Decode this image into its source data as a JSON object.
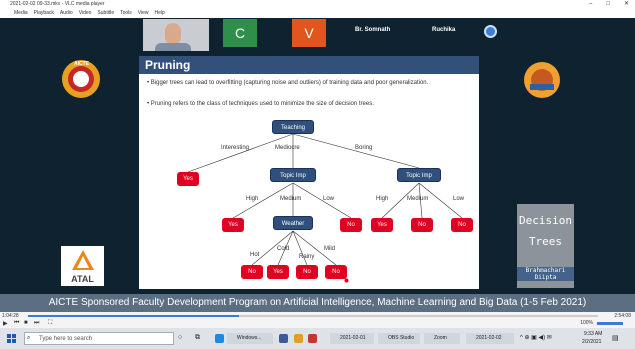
{
  "window": {
    "title": "2021-02-02 09-33.mkv - VLC media player"
  },
  "menu": [
    "Media",
    "Playback",
    "Audio",
    "Video",
    "Subtitle",
    "Tools",
    "View",
    "Help"
  ],
  "participants": {
    "c_label": "C",
    "v_label": "V",
    "name1": "Br. Somnath",
    "name2": "Ruchika"
  },
  "slide": {
    "title": "Pruning",
    "bullets": [
      "Bigger trees can lead to overfitting (capturing noise and outliers) of training data and poor generalization.",
      "Pruning refers to the class of techniques used to minimize the size of decision trees."
    ],
    "tree": {
      "root": "Teaching",
      "e_interesting": "Interesting",
      "e_mediocre": "Mediocre",
      "e_boring": "Boring",
      "yes1": "Yes",
      "topic1": "Topic Imp",
      "topic2": "Topic Imp",
      "e_high1": "High",
      "e_medium1": "Medium",
      "e_low1": "Low",
      "yes2": "Yes",
      "weather": "Weather",
      "no1": "No",
      "e_high2": "High",
      "e_medium2": "Medium",
      "e_low2": "Low",
      "yes3": "Yes",
      "no2": "No",
      "no3": "No",
      "e_hot": "Hot",
      "e_cold": "Cold",
      "e_rainy": "Rainy",
      "e_mild": "Mild",
      "no4": "No",
      "yes4": "Yes",
      "no5": "No",
      "no6": "No"
    }
  },
  "logos": {
    "left": "AICTE",
    "atal": "ATAL"
  },
  "side": {
    "line1": "Decision",
    "line2": "Trees",
    "line3": "Brahmachari Diipta"
  },
  "banner": "AICTE Sponsored Faculty Development Program on Artificial Intelligence, Machine Learning and Big Data (1-5 Feb 2021)",
  "player": {
    "time_left": "1:04:28",
    "time_right": "2:54:08",
    "zoom": "100%"
  },
  "taskbar": {
    "search_placeholder": "Type here to search",
    "app1": "Windows...",
    "app2": "2021-02-01",
    "app3": "OBS Studio",
    "app4": "Zoom",
    "app5": "2021-02-02",
    "time": "9:33 AM",
    "date": "2/2/2021"
  },
  "colors": {
    "accent": "#33507a",
    "node_red": "#e00020",
    "c_tile": "#2f8f4a",
    "v_tile": "#e0561c"
  }
}
